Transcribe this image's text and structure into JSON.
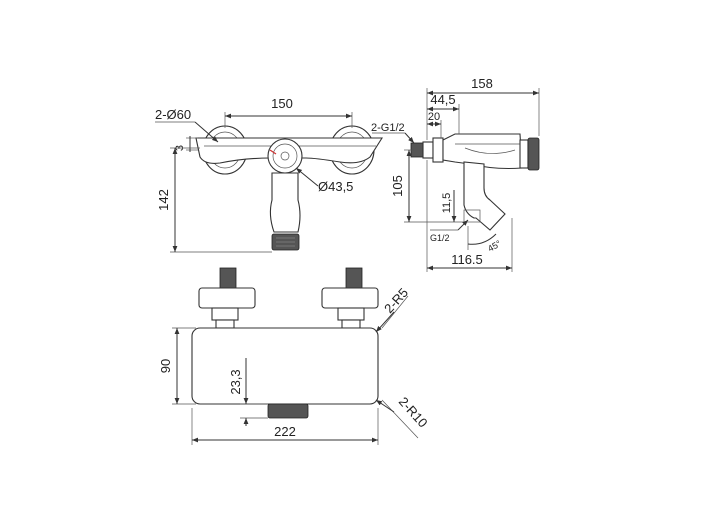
{
  "diagram": {
    "front_view": {
      "dim_width_holes": "150",
      "dim_holes": "2-Ø60",
      "dim_offset": "3",
      "dim_height": "142",
      "dim_handle": "Ø43,5"
    },
    "side_view": {
      "dim_total_depth": "158",
      "dim_depth_1": "44,5",
      "dim_depth_2": "20",
      "dim_thread": "2-G1/2",
      "dim_height": "105",
      "dim_outlet_height": "11,5",
      "dim_outlet_thread": "G1/2",
      "dim_angle": "45°",
      "dim_outlet_depth": "116.5"
    },
    "top_view": {
      "dim_radius_small": "2-R5",
      "dim_height": "90",
      "dim_outlet_offset": "23,3",
      "dim_width": "222",
      "dim_radius_large": "2-R10"
    }
  }
}
